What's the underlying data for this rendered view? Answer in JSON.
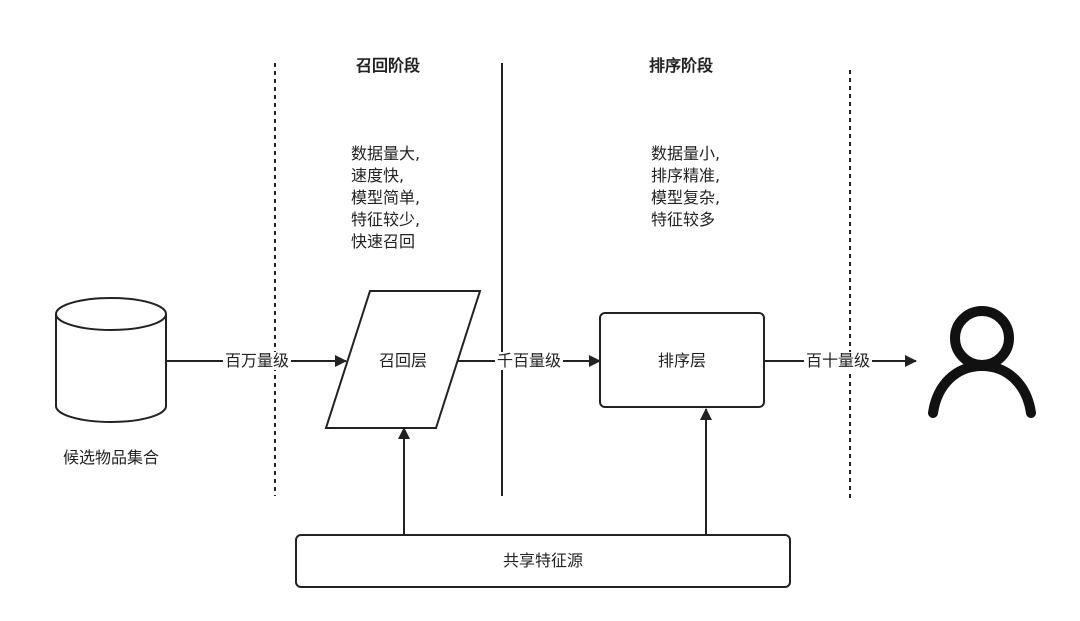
{
  "stages": {
    "recall": {
      "title": "召回阶段",
      "notes": [
        "数据量大,",
        "速度快,",
        "模型简单,",
        "特征较少,",
        "快速召回"
      ]
    },
    "ranking": {
      "title": "排序阶段",
      "notes": [
        "数据量小,",
        "排序精准,",
        "模型复杂,",
        "特征较多"
      ]
    }
  },
  "nodes": {
    "candidate_db": "候选物品集合",
    "recall_layer": "召回层",
    "ranking_layer": "排序层",
    "feature_source": "共享特征源",
    "user": "user-icon"
  },
  "edges": {
    "db_to_recall": "百万量级",
    "recall_to_rank": "千百量级",
    "rank_to_user": "百十量级"
  },
  "colors": {
    "stroke": "#222222",
    "background": "#ffffff"
  }
}
